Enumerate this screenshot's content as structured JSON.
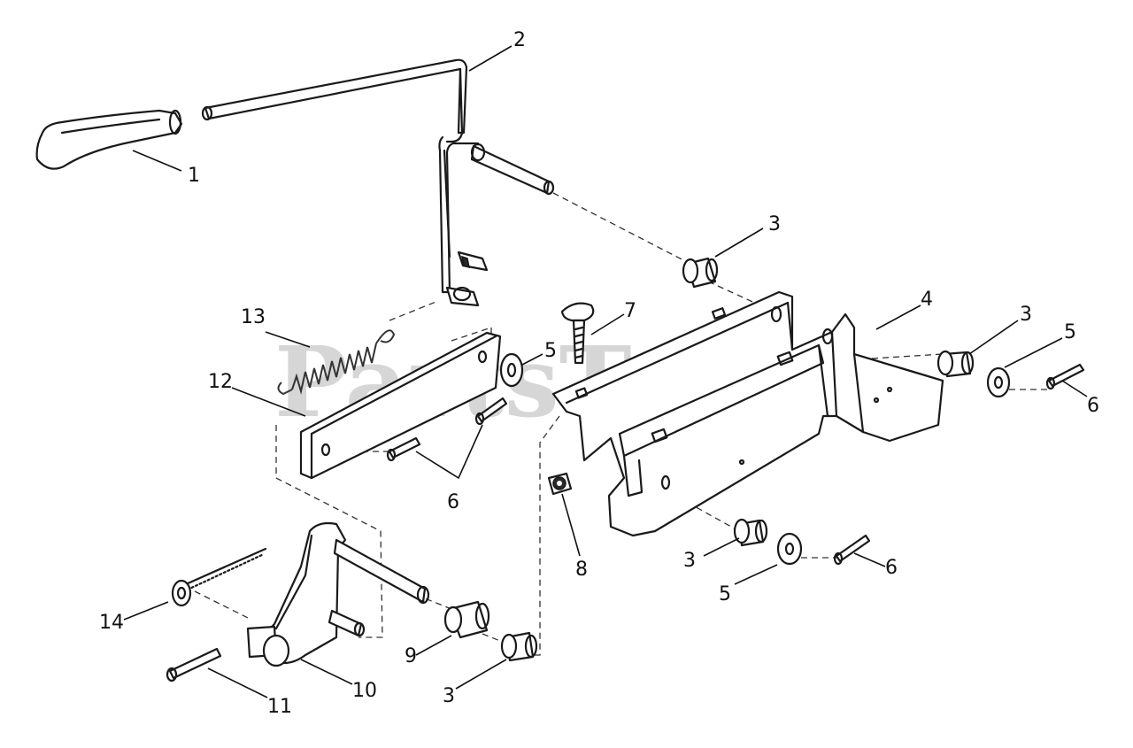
{
  "watermark": "PartsTree",
  "callouts": {
    "c1": "1",
    "c2": "2",
    "c3a": "3",
    "c3b": "3",
    "c3c": "3",
    "c3d": "3",
    "c4": "4",
    "c5a": "5",
    "c5b": "5",
    "c5c": "5",
    "c6a": "6",
    "c6b": "6",
    "c6c": "6",
    "c7": "7",
    "c8": "8",
    "c9": "9",
    "c10": "10",
    "c11": "11",
    "c12": "12",
    "c13": "13",
    "c14": "14"
  },
  "parts": {
    "p1": "handle-grip",
    "p2": "shift-lever-rod",
    "p3": "bushing",
    "p4": "mounting-bracket",
    "p5": "washer",
    "p6": "cotter-pin",
    "p7": "carriage-bolt",
    "p8": "nut",
    "p9": "spacer",
    "p10": "pivot-plate",
    "p11": "cotter-pin",
    "p12": "link-bar",
    "p13": "extension-spring",
    "p14": "rod-end"
  }
}
